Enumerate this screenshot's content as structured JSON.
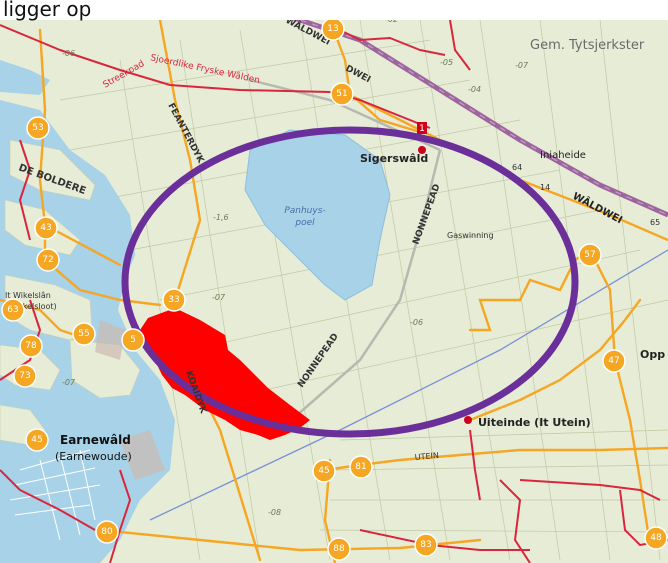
{
  "caption": "ligger op",
  "labels": {
    "municipality": "Gem. Tytsjerkster",
    "road_waldwei_top": "WÂLDWEI",
    "road_dwei": "DWEI",
    "road_waldwei_right": "WÂLDWEI",
    "route_sjoerdlike": "Sjoerdlike Fryske Wâlden",
    "route_streekpad": "Streekpad",
    "feanterdyk": "FEANTERDYK",
    "de_bolderen": "DE BOLDERE",
    "lake_line1": "Panhuys-",
    "lake_line2": "poel",
    "village_sigerswald": "Sigerswâld",
    "iniaheide": "Iniaheide",
    "gaswinning": "Gaswinning",
    "nonnepead_n": "NONNEPEAD",
    "nonnepead_s": "NONNEPEAD",
    "koaidyk": "KOAIDYK",
    "uiteinde": "Uiteinde (It Utein)",
    "earnewald": "Earnewâld",
    "earnewoude": "(Earnewoude)",
    "it_wikelslan_1": "It Wikelslân",
    "it_wikelslan_2": "(Wikkelsloot)",
    "opp": "Opp",
    "utein_road": "UTEIN",
    "spot_06a": "-06",
    "spot_06b": "-06",
    "spot_07a": "-07",
    "spot_07b": "-07",
    "spot_07c": "-07",
    "spot_16": "-1,6",
    "spot_08": "-08",
    "spot_02": "-02",
    "spot_04": "-04",
    "spot_05": "-05",
    "spot_65": "65",
    "spot_64": "64",
    "spot_14": "14"
  },
  "nodes": [
    "13",
    "51",
    "53",
    "43",
    "72",
    "33",
    "63",
    "55",
    "78",
    "73",
    "45",
    "80",
    "57",
    "47",
    "45",
    "81",
    "88",
    "83",
    "48",
    "5"
  ],
  "marker_1": "1",
  "colors": {
    "land": "#e8ecd8",
    "water": "#a9d3ea",
    "road_orange": "#f5a623",
    "route_red": "#d8263d",
    "railway": "#8e4f93",
    "highlight_oval": "#6b2f9a",
    "red_area": "#ff0000"
  }
}
